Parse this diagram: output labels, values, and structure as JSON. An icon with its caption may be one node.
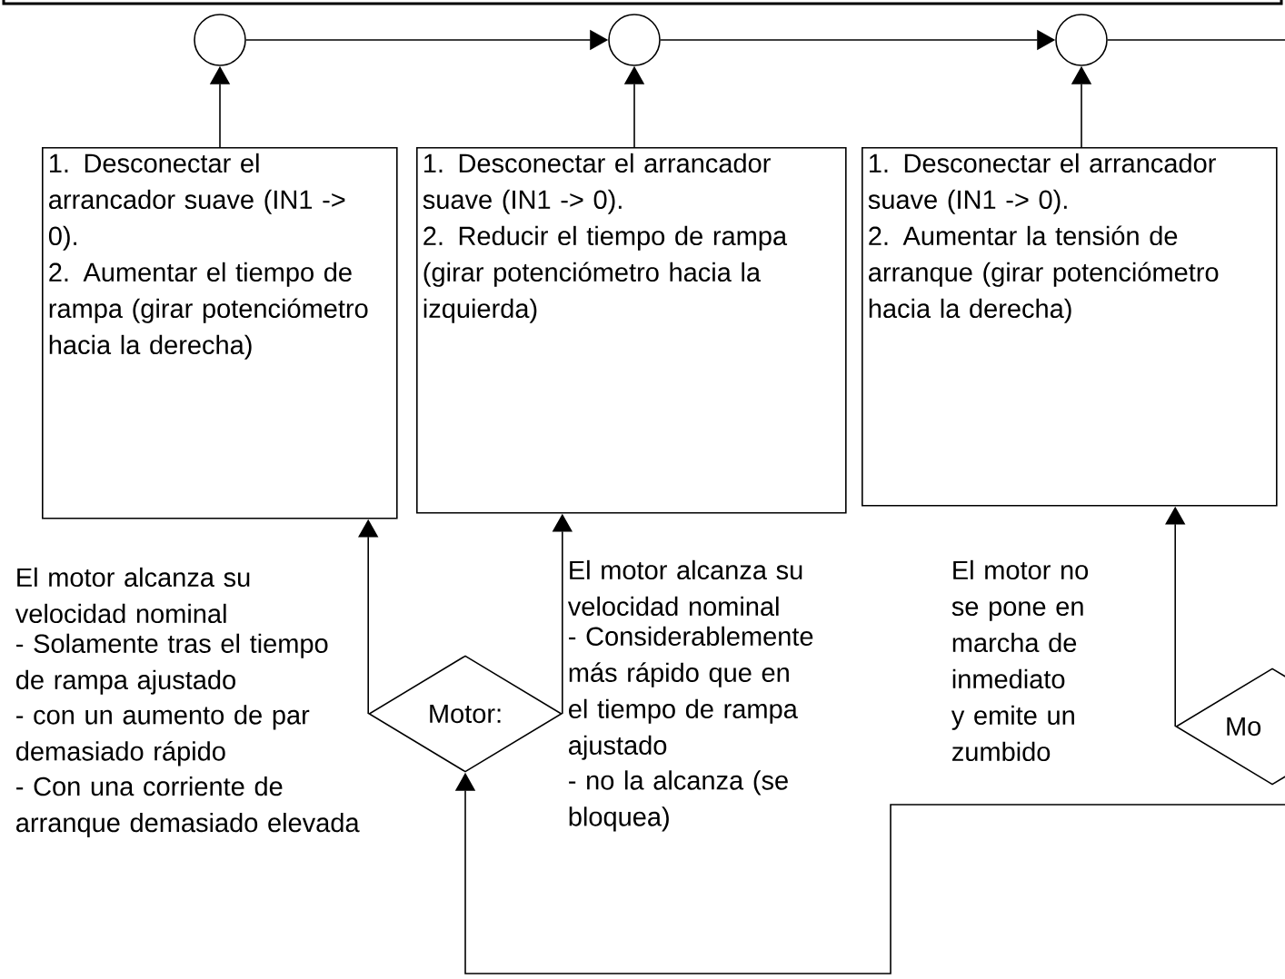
{
  "diagram": {
    "nodes": [
      {
        "text": [],
        "shape": "circle"
      },
      {
        "text": [],
        "shape": "circle"
      },
      {
        "text": [],
        "shape": "circle"
      },
      {
        "text": [
          "1. Desconectar el arrancador suave (IN1 -> 0).",
          "2. Aumentar el tiempo de rampa (girar potenciómetro hacia la derecha)"
        ]
      },
      {
        "text": [
          "1. Desconectar el arrancador suave (IN1 -> 0).",
          "2. Reducir el tiempo de rampa (girar potenciómetro hacia la izquierda)"
        ]
      },
      {
        "text": [
          "1. Desconectar el arrancador suave (IN1 -> 0).",
          "2. Aumentar la tensión de arranque (girar potenciómetro hacia la derecha)"
        ]
      },
      {
        "text": [
          "Motor:"
        ]
      },
      {
        "text": [
          "Mo"
        ]
      }
    ],
    "edges": [
      {
        "from": 0,
        "to": 1,
        "arrow": "to"
      },
      {
        "from": 1,
        "to": 2,
        "arrow": "to"
      },
      {
        "from": 2,
        "to": null,
        "arrow": "none"
      },
      {
        "from": 3,
        "to": 0,
        "arrow": "to"
      },
      {
        "from": 4,
        "to": 1,
        "arrow": "to"
      },
      {
        "from": 5,
        "to": 2,
        "arrow": "to"
      },
      {
        "from": 6,
        "to": 3,
        "arrow": "to"
      },
      {
        "from": 6,
        "to": 4,
        "arrow": "to"
      },
      {
        "from": null,
        "to": 6,
        "arrow": "to"
      },
      {
        "from": 7,
        "to": 5,
        "arrow": "to"
      }
    ],
    "labels": [
      "El motor alcanza su velocidad nominal",
      "- Solamente tras el tiempo de rampa ajustado",
      "- con un aumento de par demasiado rápido",
      "- Con una corriente de arranque demasiado elevada",
      "El motor alcanza su velocidad nominal",
      "- Considerablemente más rápido que en el tiempo de rampa ajustado",
      "- no la alcanza (se bloquea)",
      "El motor no se pone en marcha de inmediato y emite un zumbido"
    ]
  }
}
